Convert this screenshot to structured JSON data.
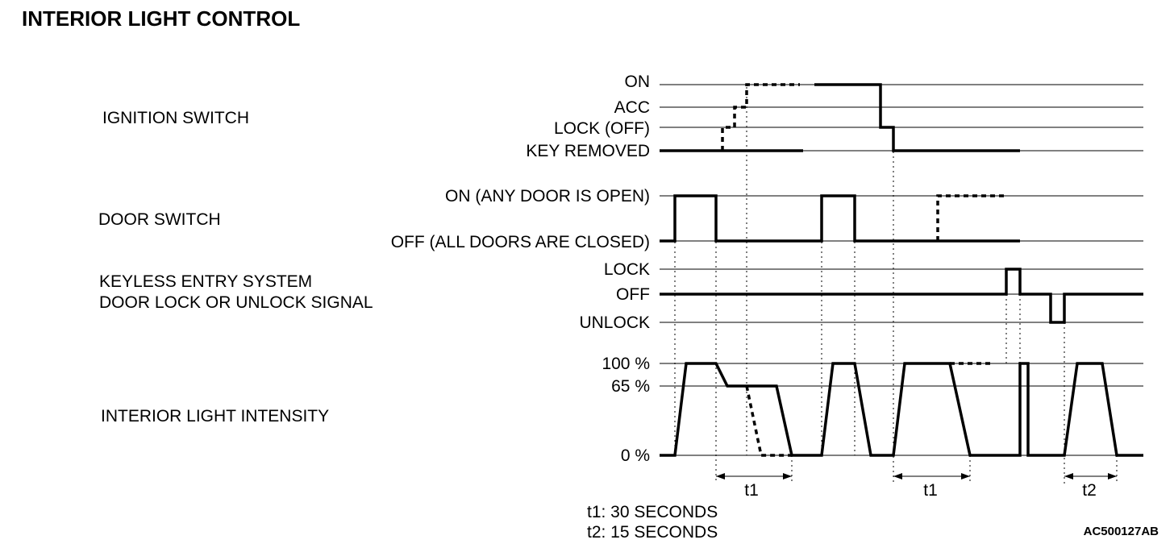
{
  "title": "INTERIOR LIGHT CONTROL",
  "signals": {
    "ignition": {
      "name": "IGNITION SWITCH",
      "levels": [
        "ON",
        "ACC",
        "LOCK (OFF)",
        "KEY REMOVED"
      ]
    },
    "door": {
      "name": "DOOR SWITCH",
      "levels": [
        "ON (ANY DOOR IS OPEN)",
        "OFF (ALL DOORS ARE CLOSED)"
      ]
    },
    "keyless": {
      "name_line1": "KEYLESS ENTRY SYSTEM",
      "name_line2": "DOOR LOCK OR UNLOCK SIGNAL",
      "levels": [
        "LOCK",
        "OFF",
        "UNLOCK"
      ]
    },
    "intensity": {
      "name": "INTERIOR LIGHT INTENSITY",
      "levels": [
        "100 %",
        "65 %",
        "0 %"
      ]
    }
  },
  "timing": {
    "intervals": [
      "t1",
      "t1",
      "t2"
    ],
    "legend": [
      "t1: 30 SECONDS",
      "t2: 15 SECONDS"
    ]
  },
  "figure_code": "AC500127AB"
}
